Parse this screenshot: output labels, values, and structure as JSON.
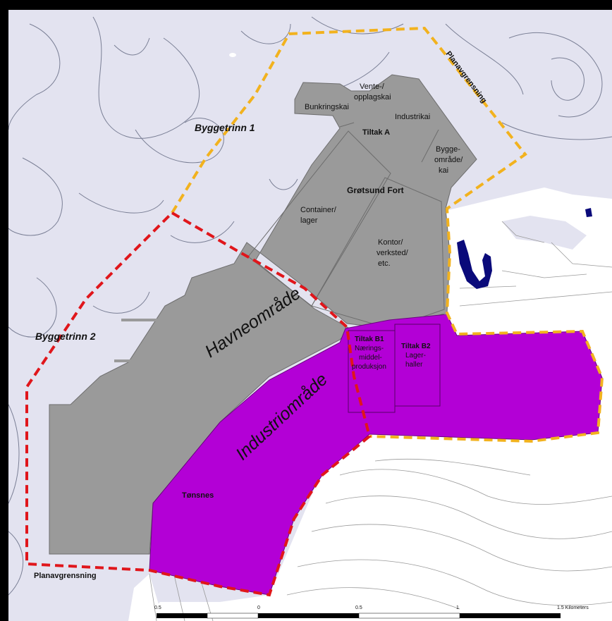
{
  "map": {
    "labels": {
      "vente": [
        "Vente-/",
        "opplagskai"
      ],
      "bunkringskai": "Bunkringskai",
      "industrikai": "Industrikai",
      "tiltak_a": "Tiltak A",
      "bygge": [
        "Bygge-",
        "område/",
        "kai"
      ],
      "grotsund_fort": "Grøtsund Fort",
      "container": [
        "Container/",
        "lager"
      ],
      "kontor": [
        "Kontor/",
        "verksted/",
        "etc."
      ],
      "byggetrinn_1": "Byggetrinn 1",
      "byggetrinn_2": "Byggetrinn 2",
      "planavgrensning_top": "Planavgrensning",
      "planavgrensning_bottom": "Planavgrensning",
      "havneomrade": "Havneområde",
      "industriomrade": "Industriområde",
      "tiltak_b1": [
        "Tiltak B1",
        "Nærings-",
        "middel-",
        "produksjon"
      ],
      "tiltak_b2": [
        "Tiltak B2",
        "Lager-",
        "haller"
      ],
      "tonsnes": "Tønsnes"
    },
    "scalebar": {
      "ticks": [
        "0.5",
        "0",
        "0.5",
        "1",
        "1.5 Kilometers"
      ]
    },
    "colors": {
      "sea": "#e3e3f0",
      "land": "#ffffff",
      "harbour_area": "#9a9a9a",
      "industry_area": "#b300d6",
      "lake": "#0a0a7a",
      "boundary_stage1": "#f2b21e",
      "boundary_stage2": "#e0161b"
    }
  }
}
